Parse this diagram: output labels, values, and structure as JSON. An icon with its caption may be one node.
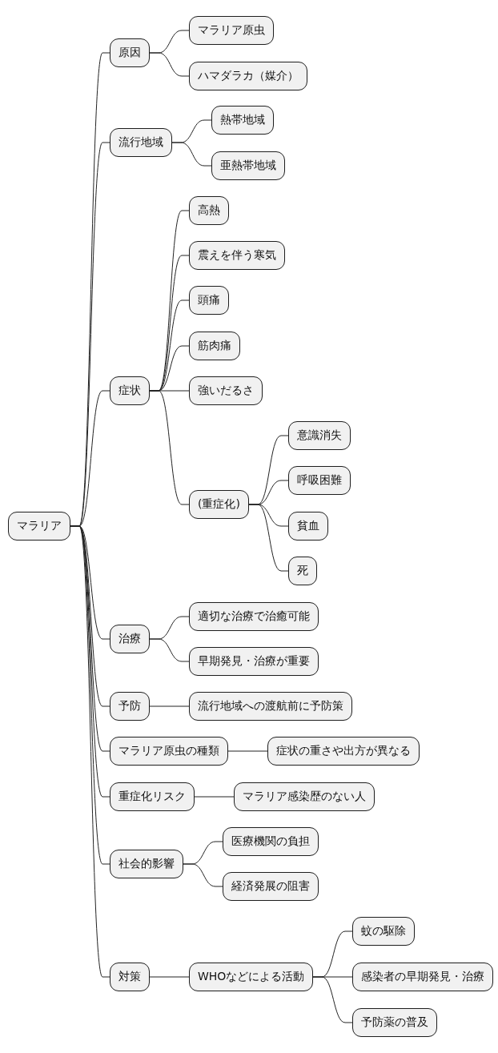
{
  "diagram": {
    "nodes": [
      {
        "text": [
          "マラリア"
        ]
      },
      {
        "text": [
          "原因"
        ]
      },
      {
        "text": [
          "マラリア原虫"
        ]
      },
      {
        "text": [
          "ハマダラカ（媒介）"
        ]
      },
      {
        "text": [
          "流行地域"
        ]
      },
      {
        "text": [
          "熱帯地域"
        ]
      },
      {
        "text": [
          "亜熱帯地域"
        ]
      },
      {
        "text": [
          "症状"
        ]
      },
      {
        "text": [
          "高熱"
        ]
      },
      {
        "text": [
          "震えを伴う寒気"
        ]
      },
      {
        "text": [
          "頭痛"
        ]
      },
      {
        "text": [
          "筋肉痛"
        ]
      },
      {
        "text": [
          "強いだるさ"
        ]
      },
      {
        "text": [
          "(重症化)"
        ]
      },
      {
        "text": [
          "意識消失"
        ]
      },
      {
        "text": [
          "呼吸困難"
        ]
      },
      {
        "text": [
          "貧血"
        ]
      },
      {
        "text": [
          "死"
        ]
      },
      {
        "text": [
          "治療"
        ]
      },
      {
        "text": [
          "適切な治療で治癒可能"
        ]
      },
      {
        "text": [
          "早期発見・治療が重要"
        ]
      },
      {
        "text": [
          "予防"
        ]
      },
      {
        "text": [
          "流行地域への渡航前に予防策"
        ]
      },
      {
        "text": [
          "マラリア原虫の種類"
        ]
      },
      {
        "text": [
          "症状の重さや出方が異なる"
        ]
      },
      {
        "text": [
          "重症化リスク"
        ]
      },
      {
        "text": [
          "マラリア感染歴のない人"
        ]
      },
      {
        "text": [
          "社会的影響"
        ]
      },
      {
        "text": [
          "医療機関の負担"
        ]
      },
      {
        "text": [
          "経済発展の阻害"
        ]
      },
      {
        "text": [
          "対策"
        ]
      },
      {
        "text": [
          "WHOなどによる活動"
        ]
      },
      {
        "text": [
          "蚊の駆除"
        ]
      },
      {
        "text": [
          "感染者の早期発見・治療"
        ]
      },
      {
        "text": [
          "予防薬の普及"
        ]
      }
    ],
    "edges": [
      {
        "from": 0,
        "to": 1,
        "arrow": "none"
      },
      {
        "from": 1,
        "to": 2,
        "arrow": "none"
      },
      {
        "from": 1,
        "to": 3,
        "arrow": "none"
      },
      {
        "from": 0,
        "to": 4,
        "arrow": "none"
      },
      {
        "from": 4,
        "to": 5,
        "arrow": "none"
      },
      {
        "from": 4,
        "to": 6,
        "arrow": "none"
      },
      {
        "from": 0,
        "to": 7,
        "arrow": "none"
      },
      {
        "from": 7,
        "to": 8,
        "arrow": "none"
      },
      {
        "from": 7,
        "to": 9,
        "arrow": "none"
      },
      {
        "from": 7,
        "to": 10,
        "arrow": "none"
      },
      {
        "from": 7,
        "to": 11,
        "arrow": "none"
      },
      {
        "from": 7,
        "to": 12,
        "arrow": "none"
      },
      {
        "from": 7,
        "to": 13,
        "arrow": "none"
      },
      {
        "from": 13,
        "to": 14,
        "arrow": "none"
      },
      {
        "from": 13,
        "to": 15,
        "arrow": "none"
      },
      {
        "from": 13,
        "to": 16,
        "arrow": "none"
      },
      {
        "from": 13,
        "to": 17,
        "arrow": "none"
      },
      {
        "from": 0,
        "to": 18,
        "arrow": "none"
      },
      {
        "from": 18,
        "to": 19,
        "arrow": "none"
      },
      {
        "from": 18,
        "to": 20,
        "arrow": "none"
      },
      {
        "from": 0,
        "to": 21,
        "arrow": "none"
      },
      {
        "from": 21,
        "to": 22,
        "arrow": "none"
      },
      {
        "from": 0,
        "to": 23,
        "arrow": "none"
      },
      {
        "from": 23,
        "to": 24,
        "arrow": "none"
      },
      {
        "from": 0,
        "to": 25,
        "arrow": "none"
      },
      {
        "from": 25,
        "to": 26,
        "arrow": "none"
      },
      {
        "from": 0,
        "to": 27,
        "arrow": "none"
      },
      {
        "from": 27,
        "to": 28,
        "arrow": "none"
      },
      {
        "from": 27,
        "to": 29,
        "arrow": "none"
      },
      {
        "from": 0,
        "to": 30,
        "arrow": "none"
      },
      {
        "from": 30,
        "to": 31,
        "arrow": "none"
      },
      {
        "from": 31,
        "to": 32,
        "arrow": "none"
      },
      {
        "from": 31,
        "to": 33,
        "arrow": "none"
      },
      {
        "from": 31,
        "to": 34,
        "arrow": "none"
      }
    ]
  }
}
